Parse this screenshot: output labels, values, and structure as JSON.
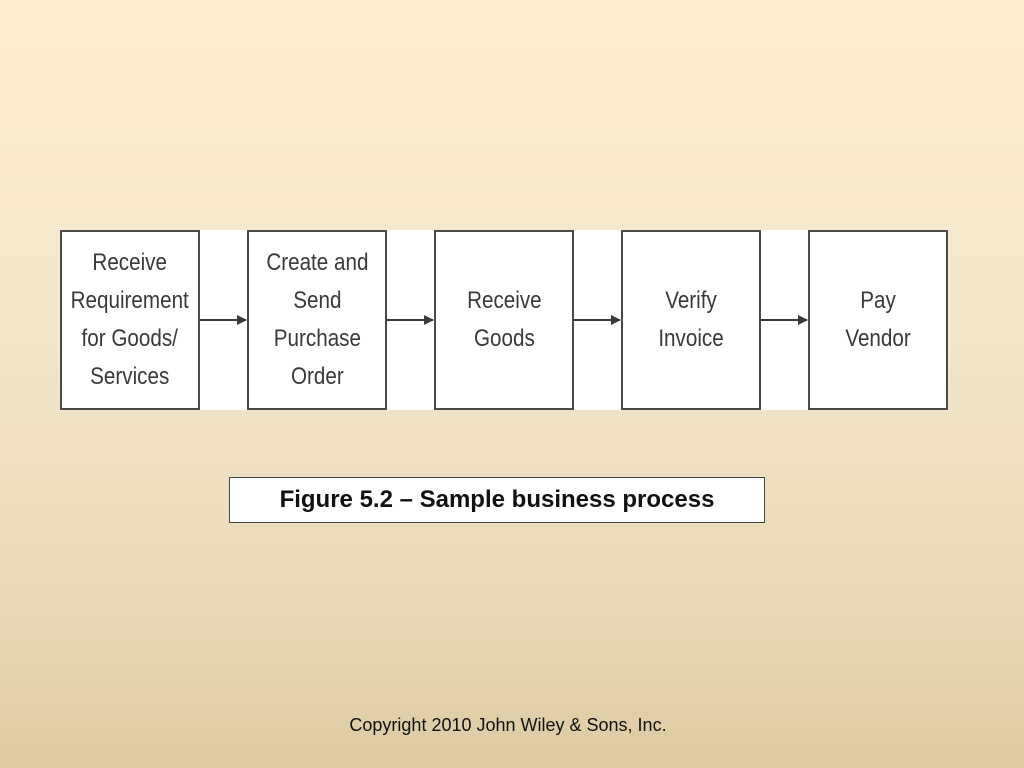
{
  "diagram": {
    "steps": [
      "Receive\nRequirement\nfor Goods/\nServices",
      "Create and\nSend\nPurchase\nOrder",
      "Receive\nGoods",
      "Verify\nInvoice",
      "Pay\nVendor"
    ]
  },
  "caption": "Figure 5.2 – Sample business process",
  "footer": {
    "copyright": "Copyright 2010 John Wiley & Sons, Inc."
  },
  "colors": {
    "box_border": "#4a4a4a",
    "arrow": "#3a3a3a",
    "text": "#3a3a3a"
  }
}
